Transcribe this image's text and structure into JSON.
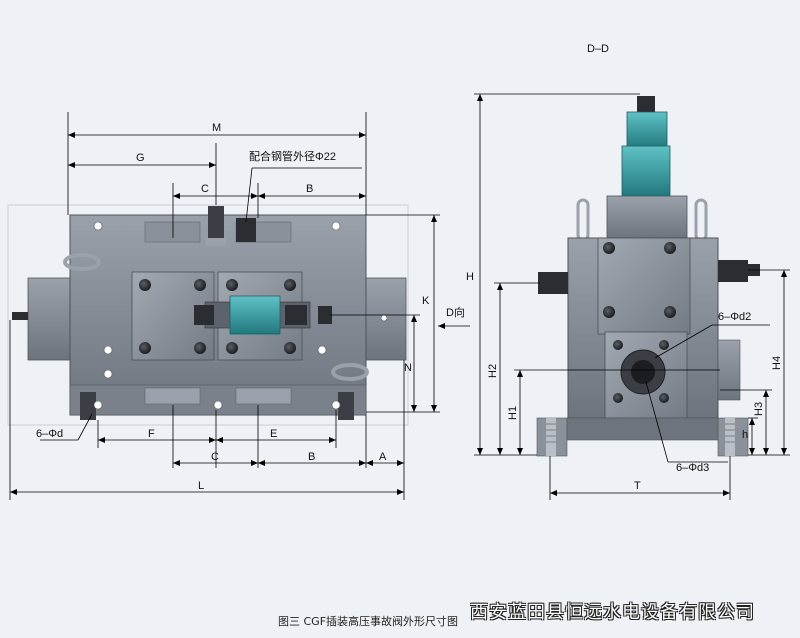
{
  "figure": {
    "section_label": "D–D",
    "pipe_note": "配合钢管外径Φ22",
    "direction_label": "D向",
    "caption": "图三  CGF插装高压事故阀外形尺寸图",
    "company": "西安蓝田县恒远水电设备有限公司",
    "left_view": {
      "dims": {
        "M": "M",
        "G": "G",
        "C": "C",
        "B": "B",
        "K": "K",
        "N": "N",
        "F": "F",
        "E": "E",
        "A": "A",
        "L": "L",
        "hole": "6–Φd"
      }
    },
    "right_view": {
      "dims": {
        "H": "H",
        "H2": "H2",
        "H1": "H1",
        "H4": "H4",
        "H3": "H3",
        "h": "h",
        "T": "T",
        "d2": "6–Φd2",
        "d3": "6–Φd3"
      }
    }
  },
  "colors": {
    "body": "#7f8690",
    "body_dark": "#5c636c",
    "plate": "#8d949d",
    "teal": "#2f8f95",
    "bolt": "#2a2d31",
    "line": "#000000"
  }
}
